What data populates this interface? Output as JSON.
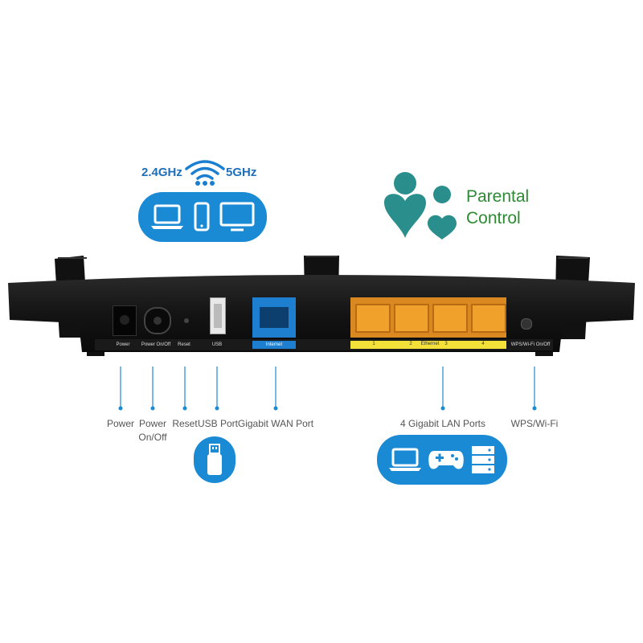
{
  "wifi": {
    "band_left": "2.4GHz",
    "band_right": "5GHz",
    "devices": [
      "laptop-icon",
      "phone-icon",
      "monitor-icon"
    ]
  },
  "parental": {
    "line1": "Parental",
    "line2": "Control",
    "color": "#2d8a34",
    "logo_color": "#2a8f8c"
  },
  "router": {
    "panel_labels": {
      "power": "Power",
      "power_onoff": "Power On/Off",
      "reset": "Reset",
      "usb": "USB",
      "internet": "Internet",
      "lan1": "1",
      "lan2": "2",
      "ethernet": "Ethernet",
      "lan3": "3",
      "lan4": "4",
      "wps": "WPS/Wi-Fi On/Off"
    },
    "wan_color": "#1e7fd0",
    "lan_color": "#f0a12c",
    "lan_strip_color": "#f3e13a"
  },
  "captions": {
    "power": "Power",
    "power_onoff_1": "Power",
    "power_onoff_2": "On/Off",
    "reset": "Reset",
    "usb": "USB Port",
    "wan": "Gigabit WAN Port",
    "lan": "4 Gigabit LAN Ports",
    "wps": "WPS/Wi-Fi"
  },
  "icons": {
    "usb_pill": [
      "usb-drive-icon"
    ],
    "lan_pill": [
      "laptop-icon",
      "gamepad-icon",
      "server-icon"
    ],
    "accent": "#1a8ad5"
  }
}
